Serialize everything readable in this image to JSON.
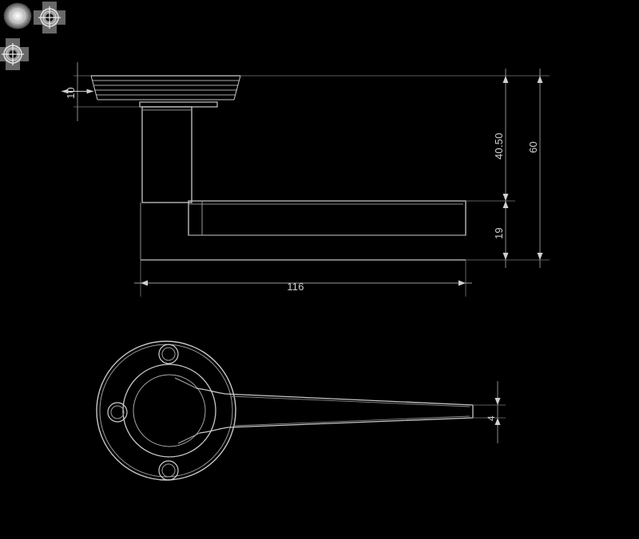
{
  "drawing": {
    "title": "Door lever handle on round rose — technical drawing",
    "background_color": "#000000",
    "line_color": "#c8c8c8",
    "dimension_color": "#d0d0d0",
    "views": [
      {
        "name": "side-elevation",
        "label": ""
      },
      {
        "name": "plan-view",
        "label": ""
      }
    ]
  },
  "markers": {
    "gradient_icon": "brightness-gradient-icon",
    "crosshairs": [
      {
        "name": "crosshair-marker-top",
        "x": 62,
        "y": 22
      },
      {
        "name": "crosshair-marker-left",
        "x": 16,
        "y": 68
      }
    ]
  },
  "dimensions": {
    "rose_thickness": {
      "value": "10",
      "orientation": "vertical",
      "name": "rose-thickness-dimension"
    },
    "handle_height": {
      "value": "40.50",
      "orientation": "vertical",
      "name": "handle-height-dimension"
    },
    "total_height": {
      "value": "60",
      "orientation": "vertical",
      "name": "total-height-dimension"
    },
    "lever_thickness": {
      "value": "19",
      "orientation": "vertical",
      "name": "lever-thickness-dimension"
    },
    "lever_length": {
      "value": "116",
      "orientation": "horizontal",
      "name": "lever-length-dimension"
    },
    "lever_tip_width": {
      "value": "4",
      "orientation": "vertical",
      "name": "lever-tip-width-dimension"
    }
  }
}
